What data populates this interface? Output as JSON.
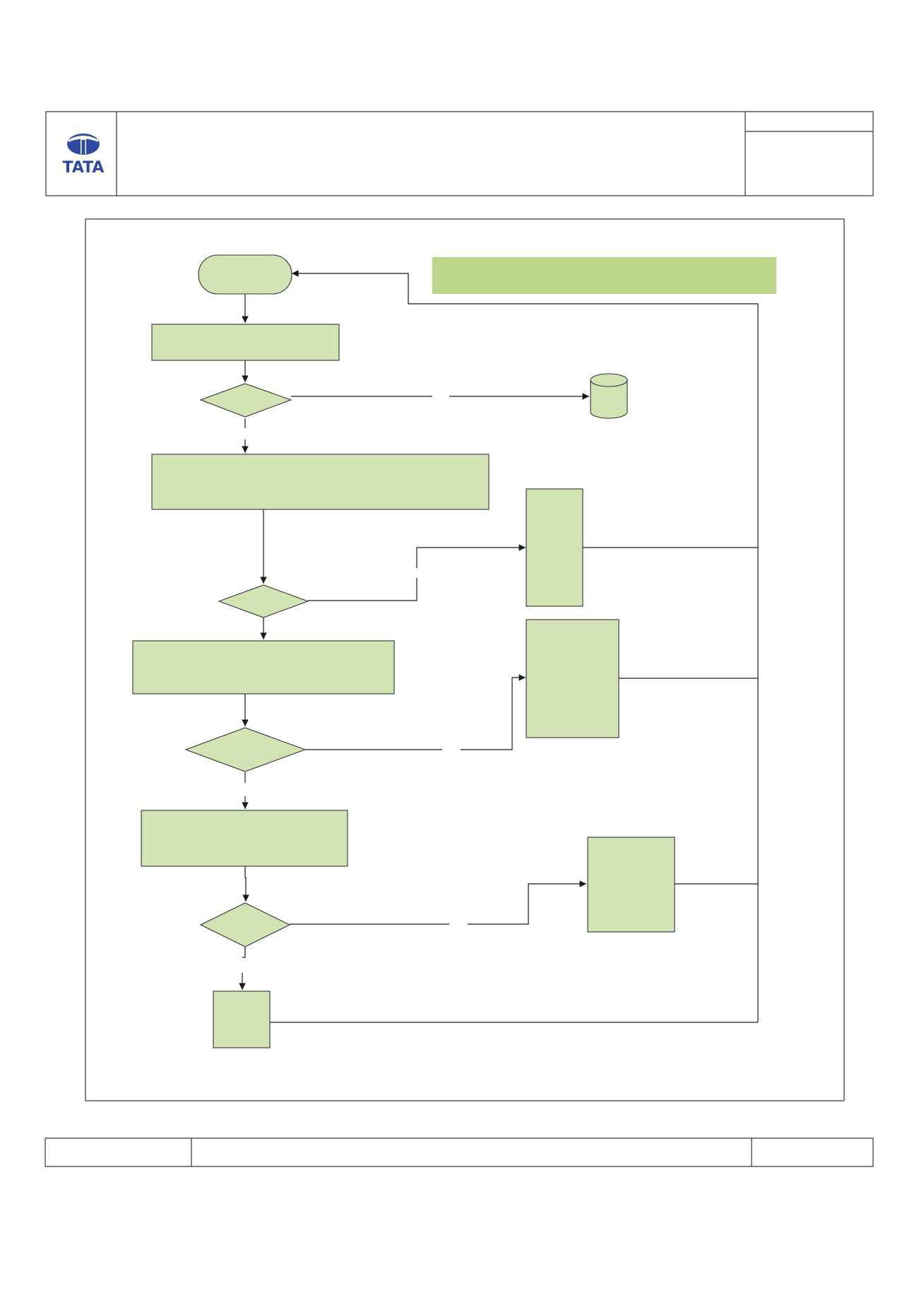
{
  "header": {
    "logo": {
      "name": "tata-logo",
      "text": "TATA",
      "color": "#2e4a9e"
    }
  },
  "flowchart": {
    "colors": {
      "node_fill": "#d3e4b4",
      "banner_fill": "#bcd68c",
      "line": "#1a1a1a"
    },
    "nodes": [
      {
        "id": "start",
        "shape": "terminator",
        "text": ""
      },
      {
        "id": "banner",
        "shape": "label-bar",
        "text": ""
      },
      {
        "id": "step-1",
        "shape": "process",
        "text": ""
      },
      {
        "id": "decision-1",
        "shape": "decision",
        "text": ""
      },
      {
        "id": "store",
        "shape": "cylinder",
        "text": ""
      },
      {
        "id": "step-2",
        "shape": "process",
        "text": ""
      },
      {
        "id": "side-1",
        "shape": "process",
        "text": ""
      },
      {
        "id": "decision-2",
        "shape": "decision",
        "text": ""
      },
      {
        "id": "step-3",
        "shape": "process",
        "text": ""
      },
      {
        "id": "side-2",
        "shape": "process",
        "text": ""
      },
      {
        "id": "decision-3",
        "shape": "decision",
        "text": ""
      },
      {
        "id": "step-4",
        "shape": "process",
        "text": ""
      },
      {
        "id": "side-3",
        "shape": "process",
        "text": ""
      },
      {
        "id": "decision-4",
        "shape": "decision",
        "text": ""
      },
      {
        "id": "end-step",
        "shape": "process",
        "text": ""
      }
    ]
  },
  "footer": {
    "left_cell": "",
    "right_cell": ""
  }
}
